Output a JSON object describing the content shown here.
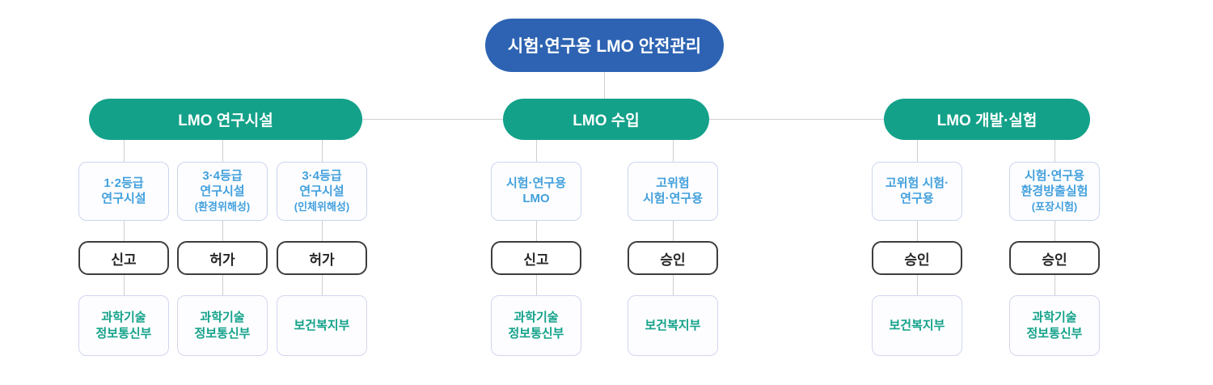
{
  "root": {
    "label": "시험·연구용 LMO 안전관리"
  },
  "sections": [
    {
      "label": "LMO 연구시설",
      "columns": [
        {
          "facility": "1·2등급\n연구시설",
          "facility_sub": "",
          "procedure": "신고",
          "ministry": "과학기술\n정보통신부"
        },
        {
          "facility": "3·4등급\n연구시설",
          "facility_sub": "(환경위해성)",
          "procedure": "허가",
          "ministry": "과학기술\n정보통신부"
        },
        {
          "facility": "3·4등급\n연구시설",
          "facility_sub": "(인체위해성)",
          "procedure": "허가",
          "ministry": "보건복지부"
        }
      ]
    },
    {
      "label": "LMO 수입",
      "columns": [
        {
          "facility": "시험·연구용\nLMO",
          "facility_sub": "",
          "procedure": "신고",
          "ministry": "과학기술\n정보통신부"
        },
        {
          "facility": "고위험\n시험·연구용",
          "facility_sub": "",
          "procedure": "승인",
          "ministry": "보건복지부"
        }
      ]
    },
    {
      "label": "LMO 개발·실험",
      "columns": [
        {
          "facility": "고위험 시험·\n연구용",
          "facility_sub": "",
          "procedure": "승인",
          "ministry": "보건복지부"
        },
        {
          "facility": "시험·연구용\n환경방출실험",
          "facility_sub": "(포장시험)",
          "procedure": "승인",
          "ministry": "과학기술\n정보통신부"
        }
      ]
    }
  ],
  "colors": {
    "root_pill": "#2d63b2",
    "section_pill": "#13a189",
    "facility_text": "#42a0dd",
    "ministry_text": "#14a28a",
    "light_border": "#ccd5ee",
    "dark_border": "#3d3d3d",
    "connector": "#cfcfcf",
    "background": "#ffffff"
  }
}
